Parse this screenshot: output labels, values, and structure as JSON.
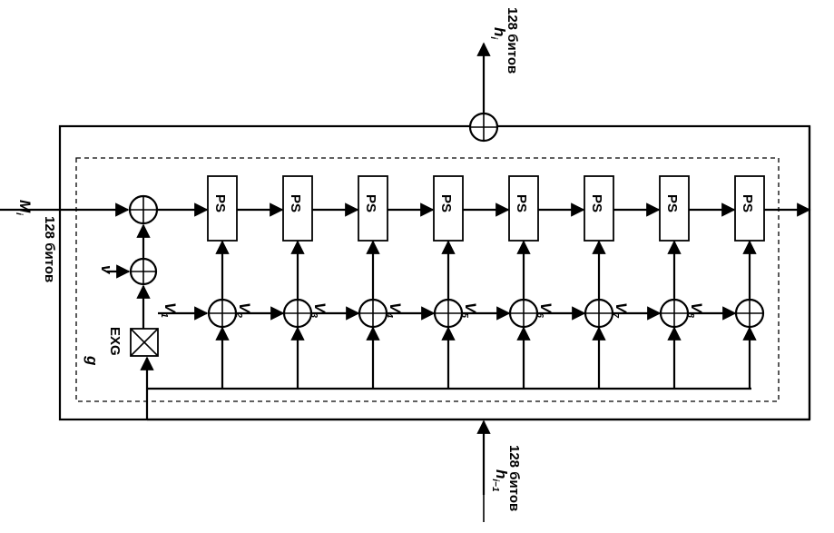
{
  "labels": {
    "output": "h",
    "output_sub": "i",
    "output_bits": "128 битов",
    "input_m": "M",
    "input_m_sub": "i",
    "input_m_bits": "128 битов",
    "input_h": "h",
    "input_h_sub": "i−1",
    "input_h_bits": "128 битов",
    "const_v": "v",
    "block_g": "g",
    "generator": "EXG",
    "ps_label": "PS",
    "v_prefix": "V"
  },
  "stages": [
    {
      "ps": "PS",
      "v": "V",
      "v_sub": "1"
    },
    {
      "ps": "PS",
      "v": "V",
      "v_sub": "2"
    },
    {
      "ps": "PS",
      "v": "V",
      "v_sub": "3"
    },
    {
      "ps": "PS",
      "v": "V",
      "v_sub": "4"
    },
    {
      "ps": "PS",
      "v": "V",
      "v_sub": "5"
    },
    {
      "ps": "PS",
      "v": "V",
      "v_sub": "6"
    },
    {
      "ps": "PS",
      "v": "V",
      "v_sub": "7"
    },
    {
      "ps": "PS",
      "v": "V",
      "v_sub": "8"
    }
  ]
}
